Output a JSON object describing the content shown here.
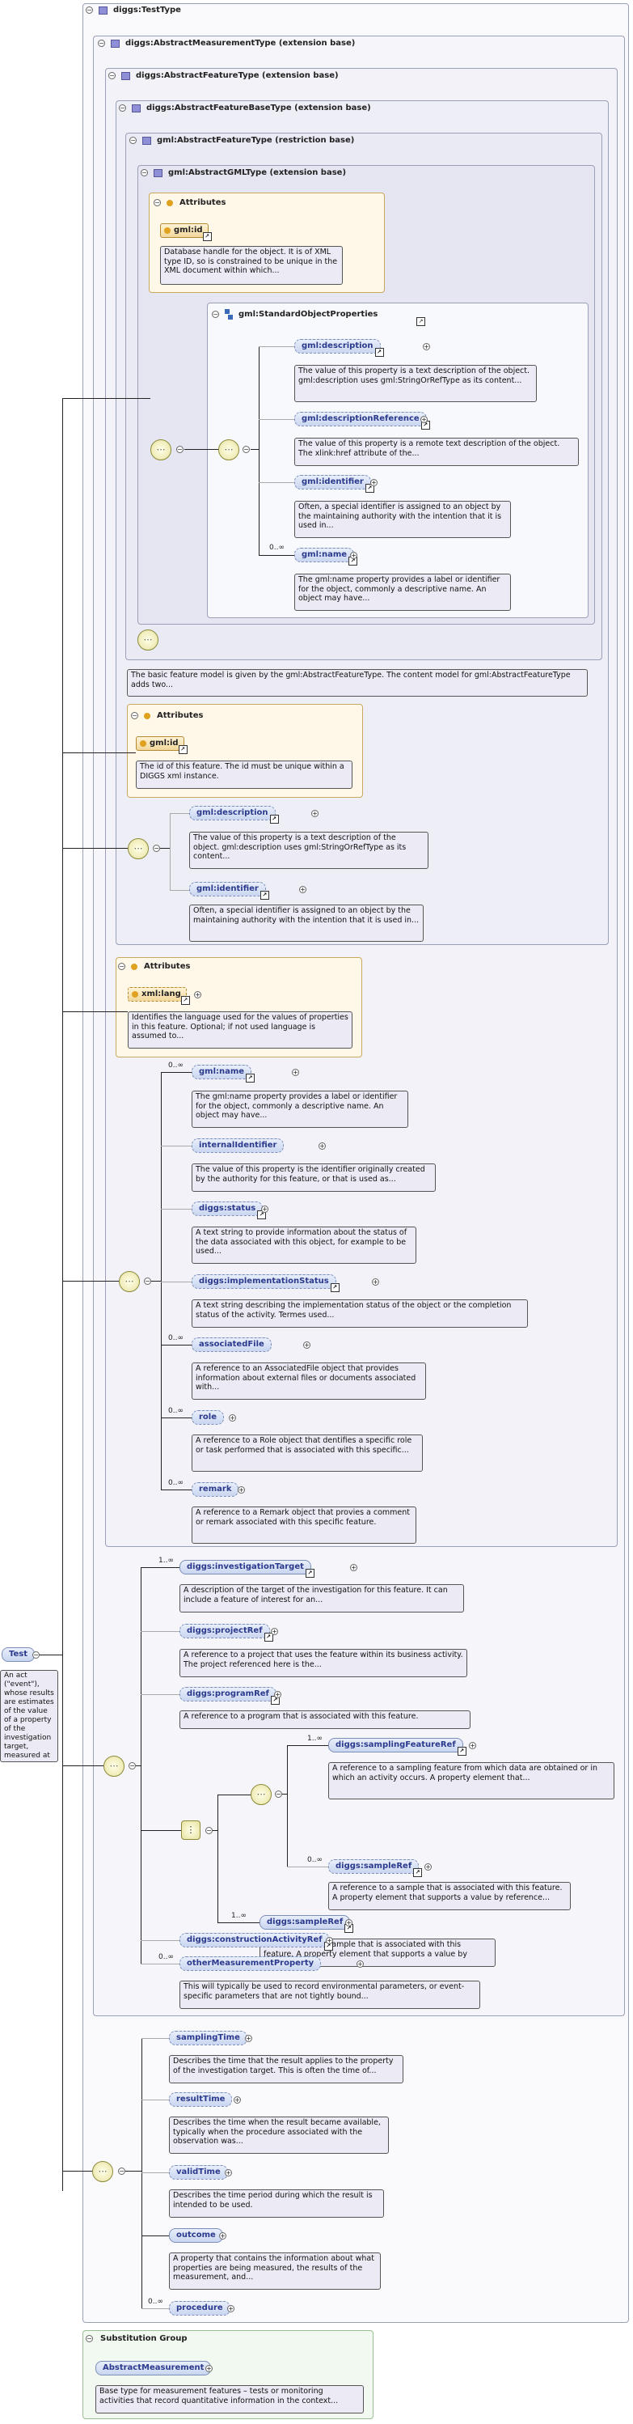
{
  "root": {
    "name": "Test",
    "doc": "An act (\"event\"), whose results are estimates of the value of a property of the investigation target, measured at a..."
  },
  "boxes": {
    "testtype": "diggs:TestType",
    "measurement": "diggs:AbstractMeasurementType (extension base)",
    "feature": "diggs:AbstractFeatureType (extension base)",
    "featurebase": "diggs:AbstractFeatureBaseType (extension base)",
    "gmlfeature": "gml:AbstractFeatureType (restriction base)",
    "gmltype": "gml:AbstractGMLType (extension base)",
    "stdprops": "gml:StandardObjectProperties",
    "attributes": "Attributes",
    "subst": "Substitution Group"
  },
  "gml_attr": {
    "name": "gml:id",
    "doc": "Database handle for the object. It is of XML type ID, so is constrained to be unique in the XML document within which..."
  },
  "std_elements": [
    {
      "name": "gml:description",
      "doc": "The value of this property is a text description of the object. gml:description uses gml:StringOrRefType as its content..."
    },
    {
      "name": "gml:descriptionReference",
      "doc": "The value of this property is a remote text description of the object. The xlink:href attribute of the..."
    },
    {
      "name": "gml:identifier",
      "doc": "Often, a special identifier is assigned to an object by the maintaining authority with the intention that it is used in..."
    },
    {
      "name": "gml:name",
      "mult": "0..∞",
      "doc": "The gml:name property provides a label or identifier for the object, commonly a descriptive name. An object may have..."
    }
  ],
  "feature_doc": "The basic feature model is given by the gml:AbstractFeatureType. The content model for gml:AbstractFeatureType adds two...",
  "fb_attr": {
    "name": "gml:id",
    "doc": "The id of this feature. The id must be unique within a DIGGS xml instance."
  },
  "fb_elements": [
    {
      "name": "gml:description",
      "doc": "The value of this property is a text description of the object. gml:description uses gml:StringOrRefType as its content..."
    },
    {
      "name": "gml:identifier",
      "doc": "Often, a special identifier is assigned to an object by the maintaining authority with the intention that it is used in..."
    }
  ],
  "f_attr": {
    "name": "xml:lang",
    "doc": "Identifies the language used for the values of properties in this feature. Optional; if not used language is assumed to..."
  },
  "f_elements": [
    {
      "name": "gml:name",
      "mult": "0..∞",
      "doc": "The gml:name property provides a label or identifier for the object, commonly a descriptive name. An object may have..."
    },
    {
      "name": "internalIdentifier",
      "doc": "The value of this property is the identifier originally created by the authority for this feature, or that is used as..."
    },
    {
      "name": "diggs:status",
      "doc": "A text string to provide information about the status of the data associated with this object, for example to be used..."
    },
    {
      "name": "diggs:implementationStatus",
      "doc": "A text string describing the implementation status of the object or the completion status of the activity. Termes used..."
    },
    {
      "name": "associatedFile",
      "mult": "0..∞",
      "doc": "A reference to an AssociatedFile object that provides information about external files or documents associated with..."
    },
    {
      "name": "role",
      "mult": "0..∞",
      "doc": "A reference to a Role object that dentifies a specific role or task performed that is associated with this specific..."
    },
    {
      "name": "remark",
      "mult": "0..∞",
      "doc": "A reference to a Remark object that provies a comment or remark associated with this specific feature."
    }
  ],
  "m_elements": [
    {
      "name": "diggs:investigationTarget",
      "mult": "1..∞",
      "doc": "A description of the target of the investigation for this feature. It can include a feature of interest for an..."
    },
    {
      "name": "diggs:projectRef",
      "doc": "A reference to a project that uses the feature within its business activity. The project referenced here is the..."
    },
    {
      "name": "diggs:programRef",
      "doc": "A reference to a program that is associated with this feature."
    }
  ],
  "choice_elements": [
    {
      "name": "diggs:samplingFeatureRef",
      "mult": "1..∞",
      "doc": "A reference to a sampling feature from which data are obtained or in which an activity occurs. A property element that..."
    },
    {
      "name": "diggs:sampleRef",
      "mult": "0..∞",
      "doc": "A reference to a sample that is associated with this feature. A property element that supports a value by reference..."
    },
    {
      "name": "diggs:sampleRef",
      "mult": "1..∞",
      "doc": "A reference to a sample that is associated with this feature. A property element that supports a value by reference..."
    }
  ],
  "m_elements2": [
    {
      "name": "diggs:constructionActivityRef",
      "doc": ""
    },
    {
      "name": "otherMeasurementProperty",
      "mult": "0..∞",
      "doc": "This will typically be used to record environmental parameters, or event-specific parameters that are not tightly bound..."
    }
  ],
  "t_elements": [
    {
      "name": "samplingTime",
      "doc": "Describes the time that the result applies to the property of the investigation target. This is often the time of..."
    },
    {
      "name": "resultTime",
      "doc": "Describes the time when the result became available, typically when the procedure associated with the observation was..."
    },
    {
      "name": "validTime",
      "doc": "Describes the time period during which the result is intended to be used."
    },
    {
      "name": "outcome",
      "doc": "A property that contains the information about what properties are being measured, the results of the measurement, and..."
    },
    {
      "name": "procedure",
      "mult": "0..∞",
      "doc": ""
    }
  ],
  "subst": {
    "name": "AbstractMeasurement",
    "doc": "Base type for measurement features – tests or monitoring activities that record quantitative information in the context..."
  },
  "colors": {
    "element_fill": "#c9d6f0",
    "attr_fill": "#f2d79a",
    "box_bg": "#f7f7fb",
    "subst_bg": "#f2f9f0"
  }
}
